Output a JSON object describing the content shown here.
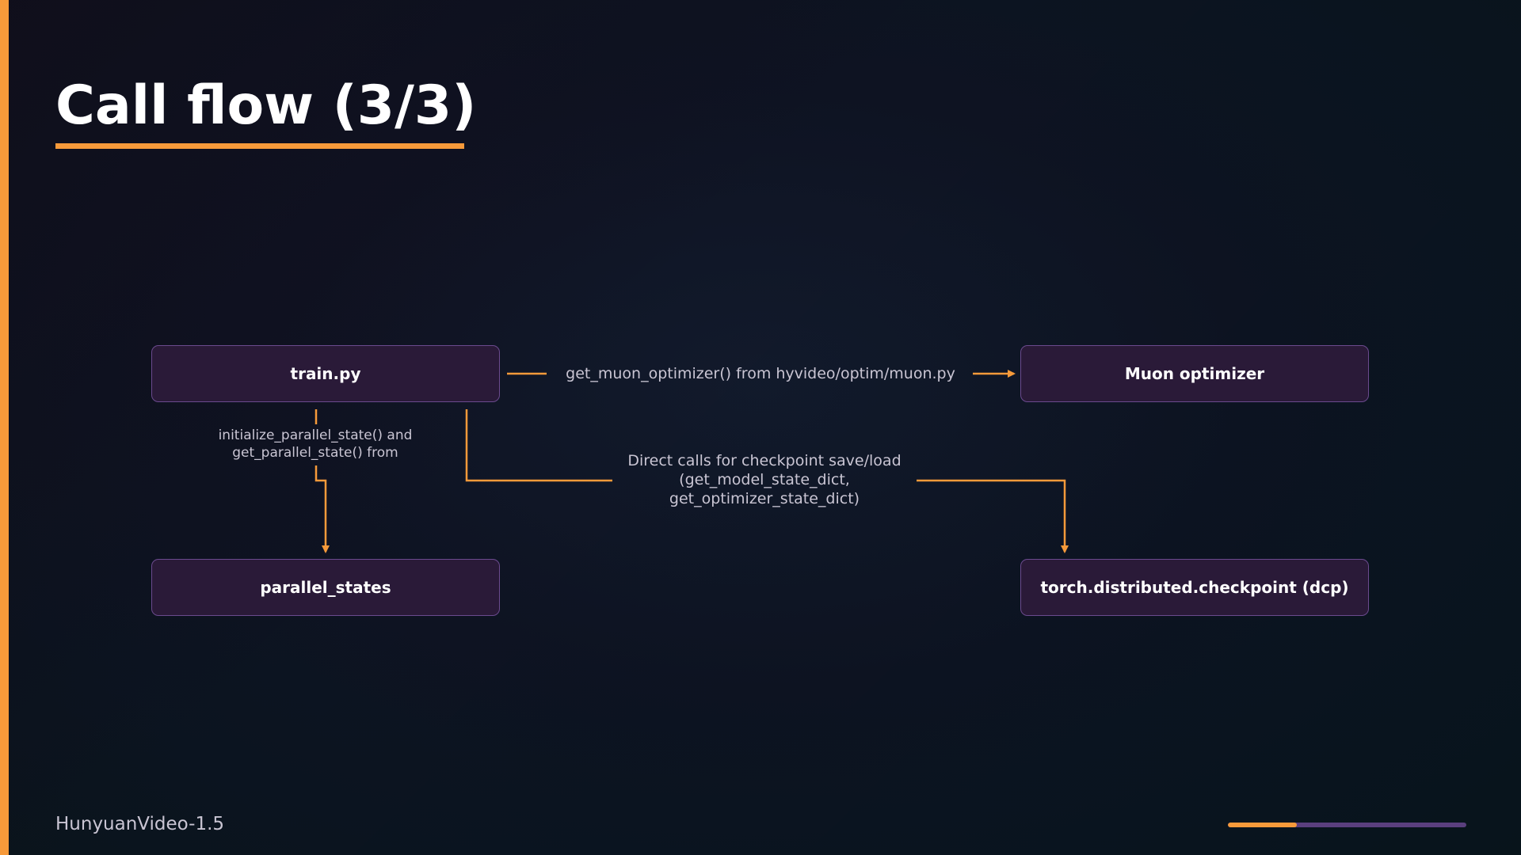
{
  "slide": {
    "title": "Call flow (3/3)",
    "footer": "HunyuanVideo-1.5",
    "progress_fraction": 0.29
  },
  "diagram": {
    "nodes": {
      "train": "train.py",
      "muon": "Muon optimizer",
      "parallel": "parallel_states",
      "dcp": "torch.distributed.checkpoint (dcp)"
    },
    "edges": {
      "train_to_muon": "get_muon_optimizer() from hyvideo/optim/muon.py",
      "train_to_parallel_line1": "initialize_parallel_state() and",
      "train_to_parallel_line2": "get_parallel_state() from",
      "train_to_dcp_line1": "Direct calls for checkpoint save/load",
      "train_to_dcp_line2": "(get_model_state_dict,",
      "train_to_dcp_line3": "get_optimizer_state_dict)"
    }
  },
  "colors": {
    "accent": "#f79a3a",
    "node_fill": "#2a1a38",
    "node_border": "#6b4a8e",
    "label_text": "#c9c5d3",
    "progress_track": "#5a3f7e"
  }
}
